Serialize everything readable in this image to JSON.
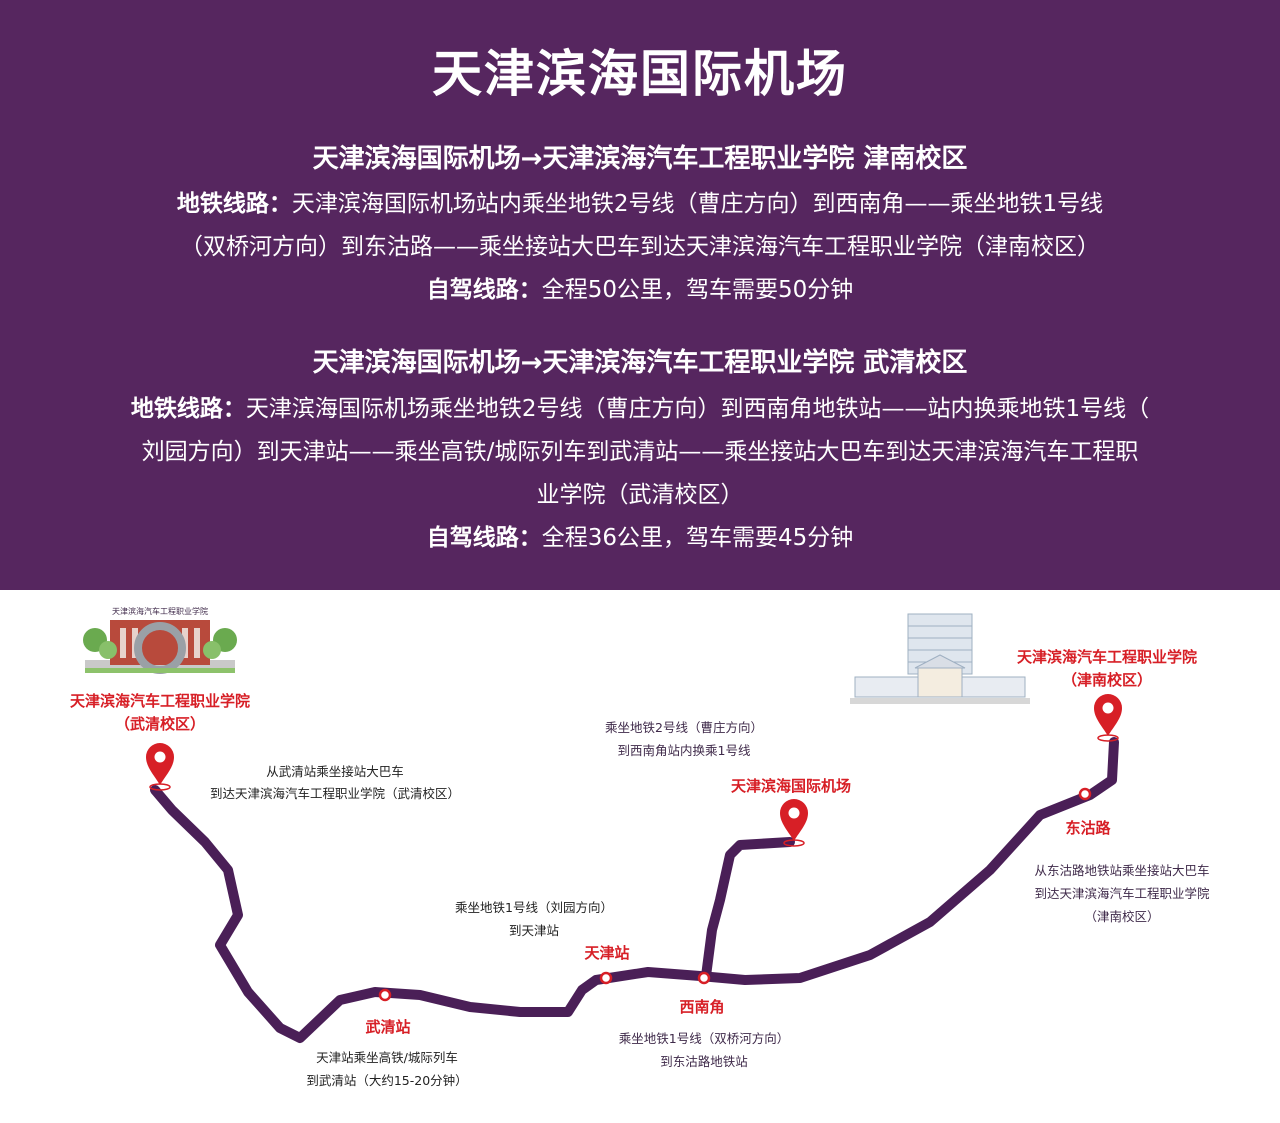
{
  "header": {
    "title": "天津滨海国际机场",
    "route1": {
      "heading": "天津滨海国际机场→天津滨海汽车工程职业学院 津南校区",
      "metro_label": "地铁线路：",
      "metro_line1": "天津滨海国际机场站内乘坐地铁2号线（曹庄方向）到西南角——乘坐地铁1号线",
      "metro_line2": "（双桥河方向）到东沽路——乘坐接站大巴车到达天津滨海汽车工程职业学院（津南校区）",
      "drive_label": "自驾线路：",
      "drive_text": "全程50公里，驾车需要50分钟"
    },
    "route2": {
      "heading": "天津滨海国际机场→天津滨海汽车工程职业学院 武清校区",
      "metro_label": "地铁线路：",
      "metro_line1": "天津滨海国际机场乘坐地铁2号线（曹庄方向）到西南角地铁站——站内换乘地铁1号线（",
      "metro_line2": "刘园方向）到天津站——乘坐高铁/城际列车到武清站——乘坐接站大巴车到达天津滨海汽车工程职",
      "metro_line3": "业学院（武清校区）",
      "drive_label": "自驾线路：",
      "drive_text": "全程36公里，驾车需要45分钟"
    }
  },
  "map": {
    "route_color": "#4a1f57",
    "label_color": "#d71f26",
    "wuqing_campus": {
      "name": "天津滨海汽车工程职业学院",
      "sub": "（武清校区）",
      "sign_text": "天津滨海汽车工程职业学院"
    },
    "jinnan_campus": {
      "name": "天津滨海汽车工程职业学院",
      "sub": "（津南校区）"
    },
    "airport": {
      "name": "天津滨海国际机场"
    },
    "stations": {
      "wuqing": "武清站",
      "tianjin": "天津站",
      "xinanjiao": "西南角",
      "donggulu": "东沽路"
    },
    "notes": {
      "bus_wuqing_1": "从武清站乘坐接站大巴车",
      "bus_wuqing_2": "到达天津滨海汽车工程职业学院（武清校区）",
      "line2_1": "乘坐地铁2号线（曹庄方向）",
      "line2_2": "到西南角站内换乘1号线",
      "line1_liuyuan_1": "乘坐地铁1号线（刘园方向）",
      "line1_liuyuan_2": "到天津站",
      "line1_sqh_1": "乘坐地铁1号线（双桥河方向）",
      "line1_sqh_2": "到东沽路地铁站",
      "train_1": "天津站乘坐高铁/城际列车",
      "train_2": "到武清站（大约15-20分钟）",
      "bus_donggu_1": "从东沽路地铁站乘坐接站大巴车",
      "bus_donggu_2": "到达天津滨海汽车工程职业学院",
      "bus_donggu_3": "（津南校区）"
    }
  }
}
